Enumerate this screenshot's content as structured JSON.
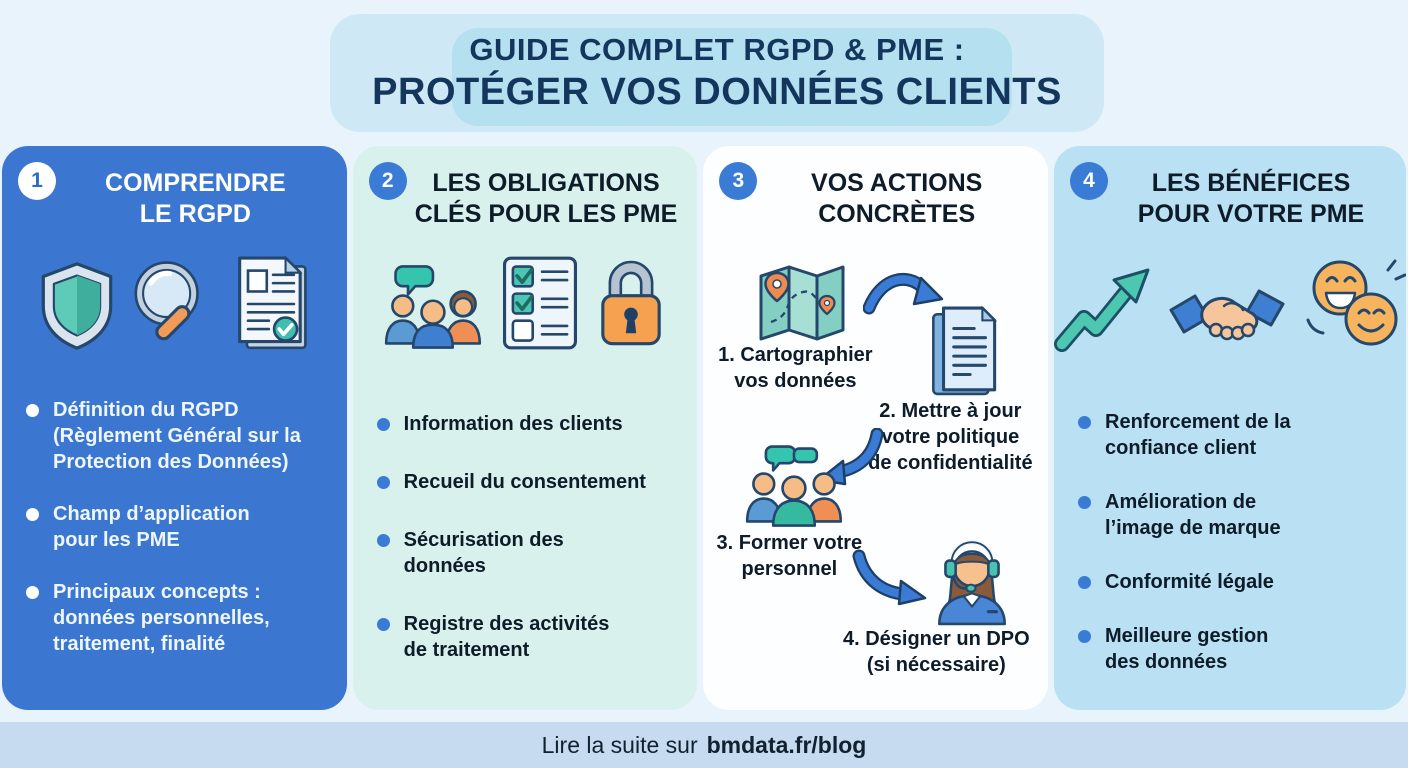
{
  "header": {
    "title_line1": "GUIDE COMPLET RGPD & PME :",
    "title_line2": "PROTÉGER VOS DONNÉES CLIENTS"
  },
  "columns": [
    {
      "number": "1",
      "title_line1": "COMPRENDRE",
      "title_line2": "LE RGPD",
      "icons": [
        "shield-icon",
        "magnifier-icon",
        "document-check-icon"
      ],
      "bullets": [
        "Définition du RGPD\n(Règlement Général sur la\nProtection des Données)",
        "Champ d’application\npour les PME",
        "Principaux concepts :\ndonnées personnelles,\ntraitement, finalité"
      ]
    },
    {
      "number": "2",
      "title_line1": "LES OBLIGATIONS",
      "title_line2": "CLÉS POUR LES PME",
      "icons": [
        "people-group-icon",
        "checklist-icon",
        "padlock-icon"
      ],
      "bullets": [
        "Information des clients",
        "Recueil du consentement",
        "Sécurisation des\ndonnées",
        "Registre des activités\nde traitement"
      ]
    },
    {
      "number": "3",
      "title_line1": "VOS ACTIONS",
      "title_line2": "CONCRÈTES",
      "steps": [
        {
          "icon": "map-icon",
          "label": "1. Cartographier\nvos données"
        },
        {
          "icon": "privacy-document-icon",
          "label": "2. Mettre à jour\nvotre politique\nde confidentialité"
        },
        {
          "icon": "team-training-icon",
          "label": "3. Former votre\npersonnel"
        },
        {
          "icon": "dpo-support-icon",
          "label": "4. Désigner un DPO\n(si nécessaire)"
        }
      ],
      "arrow_icons": [
        "curved-arrow-right-icon",
        "curved-arrow-down-left-icon",
        "curved-arrow-down-right-icon"
      ]
    },
    {
      "number": "4",
      "title_line1": "LES BÉNÉFICES",
      "title_line2": "POUR VOTRE PME",
      "icons": [
        "growth-arrow-icon",
        "handshake-icon",
        "smiley-faces-icon"
      ],
      "bullets": [
        "Renforcement de la\nconfiance client",
        "Amélioration de\nl’image de marque",
        "Conformité légale",
        "Meilleure gestion\ndes données"
      ]
    }
  ],
  "footer": {
    "prefix": "Lire la suite sur",
    "link": "bmdata.fr/blog"
  },
  "colors": {
    "page_bg": "#e8f3fc",
    "column1_bg": "#3b76d1",
    "column2_bg": "#d9f1ec",
    "column3_bg": "#fdfeff",
    "column4_bg": "#b9e0f3",
    "badge_blue": "#3a7bd5",
    "title_navy": "#14365c",
    "teal_accent": "#4cc5b2",
    "orange_accent": "#f29a57",
    "footer_bg": "#c6dbf0"
  }
}
